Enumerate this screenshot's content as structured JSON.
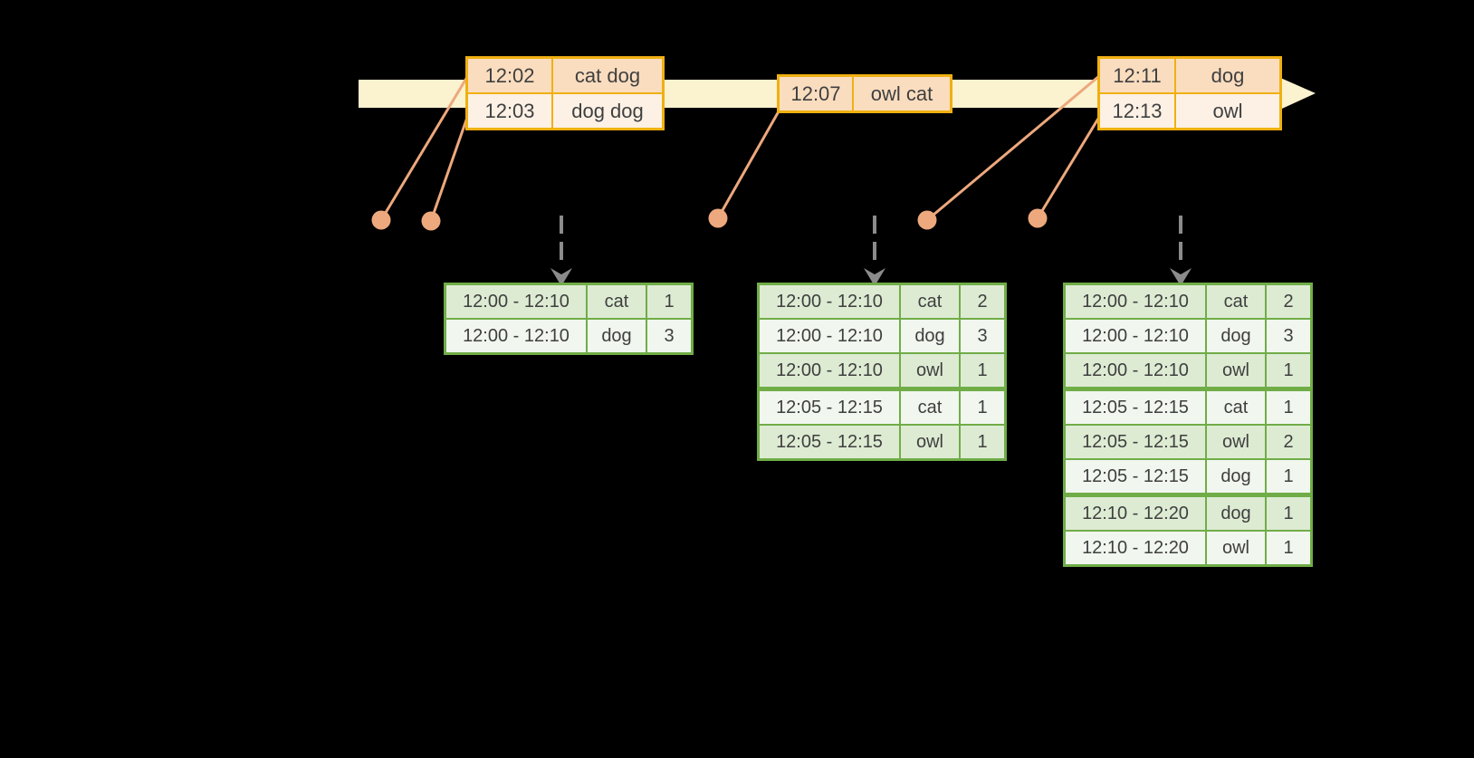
{
  "colors": {
    "background": "#000000",
    "timeline": "#FBF2CF",
    "event-border": "#F0B011",
    "event-row-a": "#FADDBF",
    "event-row-b": "#FDF1E5",
    "connector": "#EDA87D",
    "dashed-arrow": "#8B8B8B",
    "result-border": "#70AD47",
    "result-row-a": "#DDEBD3",
    "result-row-b": "#F1F6EE",
    "text": "#3F3F3F"
  },
  "event_tables": [
    {
      "rows": [
        {
          "time": "12:02",
          "words": "cat dog"
        },
        {
          "time": "12:03",
          "words": "dog dog"
        }
      ]
    },
    {
      "rows": [
        {
          "time": "12:07",
          "words": "owl cat"
        }
      ]
    },
    {
      "rows": [
        {
          "time": "12:11",
          "words": "dog"
        },
        {
          "time": "12:13",
          "words": "owl"
        }
      ]
    }
  ],
  "result_tables": [
    {
      "rows": [
        {
          "window": "12:00 - 12:10",
          "word": "cat",
          "count": "1"
        },
        {
          "window": "12:00 - 12:10",
          "word": "dog",
          "count": "3"
        }
      ]
    },
    {
      "rows": [
        {
          "window": "12:00 - 12:10",
          "word": "cat",
          "count": "2"
        },
        {
          "window": "12:00 - 12:10",
          "word": "dog",
          "count": "3"
        },
        {
          "window": "12:00 - 12:10",
          "word": "owl",
          "count": "1"
        },
        {
          "window": "12:05 - 12:15",
          "word": "cat",
          "count": "1"
        },
        {
          "window": "12:05 - 12:15",
          "word": "owl",
          "count": "1"
        }
      ]
    },
    {
      "rows": [
        {
          "window": "12:00 - 12:10",
          "word": "cat",
          "count": "2"
        },
        {
          "window": "12:00 - 12:10",
          "word": "dog",
          "count": "3"
        },
        {
          "window": "12:00 - 12:10",
          "word": "owl",
          "count": "1"
        },
        {
          "window": "12:05 - 12:15",
          "word": "cat",
          "count": "1"
        },
        {
          "window": "12:05 - 12:15",
          "word": "owl",
          "count": "2"
        },
        {
          "window": "12:05 - 12:15",
          "word": "dog",
          "count": "1"
        },
        {
          "window": "12:10 - 12:20",
          "word": "dog",
          "count": "1"
        },
        {
          "window": "12:10 - 12:20",
          "word": "owl",
          "count": "1"
        }
      ]
    }
  ]
}
